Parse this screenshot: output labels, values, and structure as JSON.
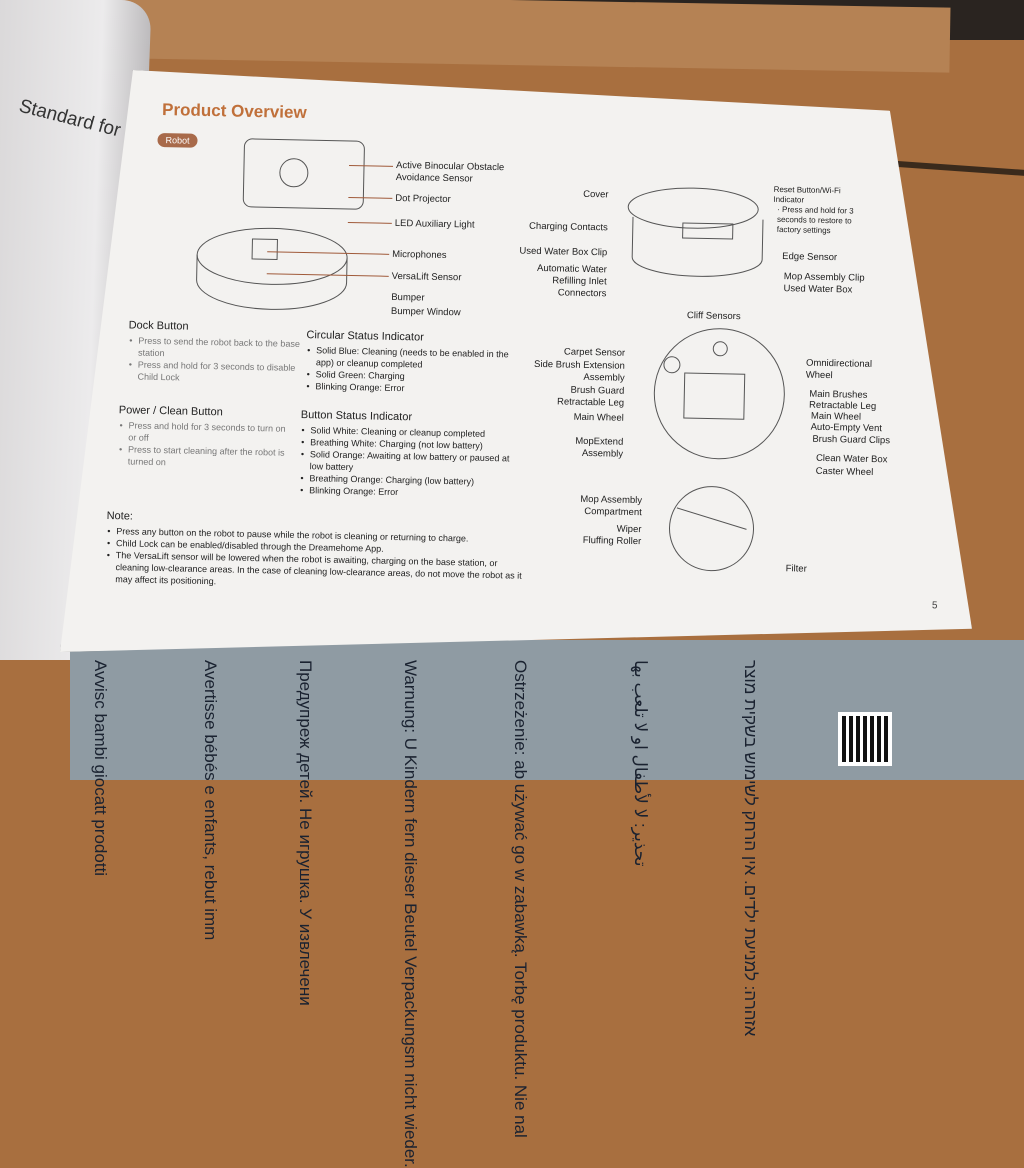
{
  "left_page": {
    "text": "Standard for"
  },
  "header": {
    "title": "Product Overview",
    "badge": "Robot"
  },
  "top_diagram_labels": [
    "Active Binocular Obstacle Avoidance Sensor",
    "Dot Projector",
    "LED Auxiliary Light",
    "Microphones",
    "VersaLift Sensor",
    "Bumper",
    "Bumper Window"
  ],
  "dock_button": {
    "title": "Dock Button",
    "items": [
      "Press to send the robot back to the base station",
      "Press and hold for 3 seconds to disable Child Lock"
    ]
  },
  "circular_status": {
    "title": "Circular Status Indicator",
    "items": [
      "Solid Blue: Cleaning (needs to be enabled in the app) or cleanup completed",
      "Solid Green: Charging",
      "Blinking Orange: Error"
    ]
  },
  "power_button": {
    "title": "Power / Clean Button",
    "items": [
      "Press and hold for 3 seconds to turn on or off",
      "Press to start cleaning after the robot is turned on"
    ]
  },
  "button_status": {
    "title": "Button Status Indicator",
    "items": [
      "Solid White: Cleaning or cleanup completed",
      "Breathing White: Charging (not low battery)",
      "Solid Orange: Awaiting at low battery or paused at low battery",
      "Breathing Orange: Charging (low battery)",
      "Blinking Orange: Error"
    ]
  },
  "note": {
    "title": "Note:",
    "items": [
      "Press any button on the robot to pause while the robot is cleaning or returning to charge.",
      "Child Lock can be enabled/disabled through the Dreamehome App.",
      "The VersaLift sensor will be lowered when the robot is awaiting, charging on the base station, or cleaning low-clearance areas. In the case of cleaning low-clearance areas, do not move the robot as it may affect its positioning."
    ]
  },
  "side_view": {
    "left": [
      "Cover",
      "Charging Contacts",
      "Used Water Box Clip",
      "Automatic Water Refilling Inlet Connectors"
    ],
    "right": [
      "Reset Button/Wi-Fi Indicator",
      "· Press and hold for 3 seconds to restore to factory settings",
      "Edge Sensor",
      "Mop Assembly Clip",
      "Used Water Box"
    ]
  },
  "bottom_view": {
    "top": "Cliff Sensors",
    "left": [
      "Carpet Sensor",
      "Side Brush Extension Assembly",
      "Brush Guard",
      "Retractable Leg",
      "Main Wheel",
      "MopExtend Assembly",
      "Mop Assembly Compartment",
      "Wiper",
      "Fluffing Roller"
    ],
    "right": [
      "Omnidirectional Wheel",
      "Main Brushes",
      "Retractable Leg",
      "Main Wheel",
      "Auto-Empty Vent",
      "Brush Guard Clips",
      "Clean Water Box",
      "Caster Wheel",
      "Filter"
    ]
  },
  "page_number": "5",
  "pamphlet": [
    "Avvisc bambi giocatt prodotti",
    "Avertisse bébés e enfants, rebut imm",
    "Предупреж детей. Не игрушка. У извлечени",
    "Warnung: U Kindern fern dieser Beutel Verpackungsm nicht wieder.",
    "Ostrzeżenie: ab używać go w zabawką. Torbę produktu. Nie nal",
    "تحذير: لا لأطفال او لا تلعب بها",
    "אזהרה: למניעת ילדים. אין הרחק לשימוש בשקית מוצר"
  ]
}
